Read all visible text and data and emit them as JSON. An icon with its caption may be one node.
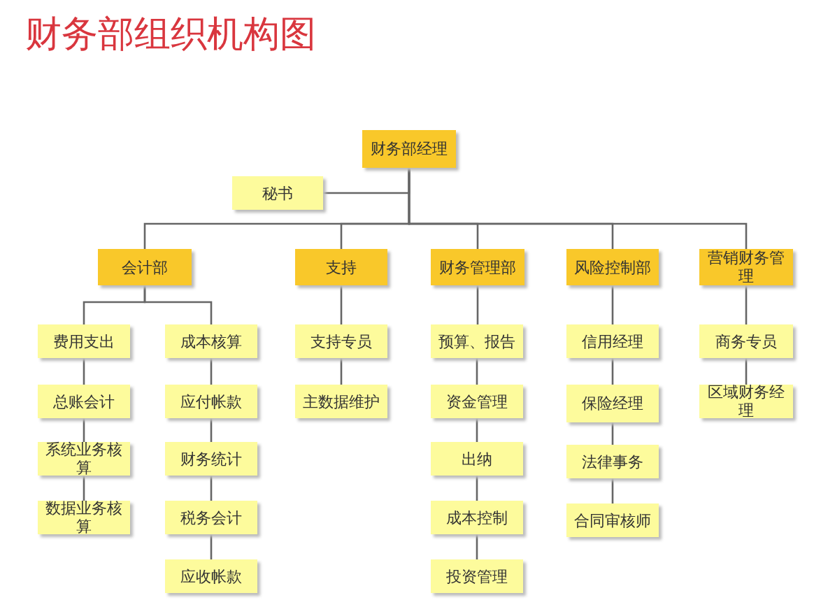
{
  "diagram": {
    "title": "财务部组织机构图",
    "nodes": [
      {
        "text": [
          "财务部经理"
        ]
      },
      {
        "text": [
          "秘书"
        ]
      },
      {
        "text": [
          "会计部"
        ]
      },
      {
        "text": [
          "支持"
        ]
      },
      {
        "text": [
          "财务管理部"
        ]
      },
      {
        "text": [
          "风险控制部"
        ]
      },
      {
        "text": [
          "营销财务管理"
        ]
      },
      {
        "text": [
          "费用支出"
        ]
      },
      {
        "text": [
          "总账会计"
        ]
      },
      {
        "text": [
          "系统业务核算"
        ]
      },
      {
        "text": [
          "数据业务核算"
        ]
      },
      {
        "text": [
          "成本核算"
        ]
      },
      {
        "text": [
          "应付帐款"
        ]
      },
      {
        "text": [
          "财务统计"
        ]
      },
      {
        "text": [
          "税务会计"
        ]
      },
      {
        "text": [
          "应收帐款"
        ]
      },
      {
        "text": [
          "支持专员"
        ]
      },
      {
        "text": [
          "主数据维护"
        ]
      },
      {
        "text": [
          "预算、报告"
        ]
      },
      {
        "text": [
          "资金管理"
        ]
      },
      {
        "text": [
          "出纳"
        ]
      },
      {
        "text": [
          "成本控制"
        ]
      },
      {
        "text": [
          "投资管理"
        ]
      },
      {
        "text": [
          "信用经理"
        ]
      },
      {
        "text": [
          "保险经理"
        ]
      },
      {
        "text": [
          "法律事务"
        ]
      },
      {
        "text": [
          "合同审核师"
        ]
      },
      {
        "text": [
          "商务专员"
        ]
      },
      {
        "text": [
          "区域财务经理"
        ]
      }
    ],
    "edges": [
      {
        "from": 0,
        "to": 1,
        "arrow": "none"
      },
      {
        "from": 0,
        "to": 2,
        "arrow": "none"
      },
      {
        "from": 0,
        "to": 3,
        "arrow": "none"
      },
      {
        "from": 0,
        "to": 4,
        "arrow": "none"
      },
      {
        "from": 0,
        "to": 5,
        "arrow": "none"
      },
      {
        "from": 0,
        "to": 6,
        "arrow": "none"
      },
      {
        "from": 2,
        "to": 7,
        "arrow": "none"
      },
      {
        "from": 7,
        "to": 8,
        "arrow": "none"
      },
      {
        "from": 8,
        "to": 9,
        "arrow": "none"
      },
      {
        "from": 9,
        "to": 10,
        "arrow": "none"
      },
      {
        "from": 2,
        "to": 11,
        "arrow": "none"
      },
      {
        "from": 11,
        "to": 12,
        "arrow": "none"
      },
      {
        "from": 12,
        "to": 13,
        "arrow": "none"
      },
      {
        "from": 13,
        "to": 14,
        "arrow": "none"
      },
      {
        "from": 14,
        "to": 15,
        "arrow": "none"
      },
      {
        "from": 3,
        "to": 16,
        "arrow": "none"
      },
      {
        "from": 16,
        "to": 17,
        "arrow": "none"
      },
      {
        "from": 4,
        "to": 18,
        "arrow": "none"
      },
      {
        "from": 18,
        "to": 19,
        "arrow": "none"
      },
      {
        "from": 19,
        "to": 20,
        "arrow": "none"
      },
      {
        "from": 20,
        "to": 21,
        "arrow": "none"
      },
      {
        "from": 21,
        "to": 22,
        "arrow": "none"
      },
      {
        "from": 5,
        "to": 23,
        "arrow": "none"
      },
      {
        "from": 23,
        "to": 24,
        "arrow": "none"
      },
      {
        "from": 24,
        "to": 25,
        "arrow": "none"
      },
      {
        "from": 25,
        "to": 26,
        "arrow": "none"
      },
      {
        "from": 6,
        "to": 27,
        "arrow": "none"
      },
      {
        "from": 27,
        "to": 28,
        "arrow": "none"
      }
    ]
  }
}
